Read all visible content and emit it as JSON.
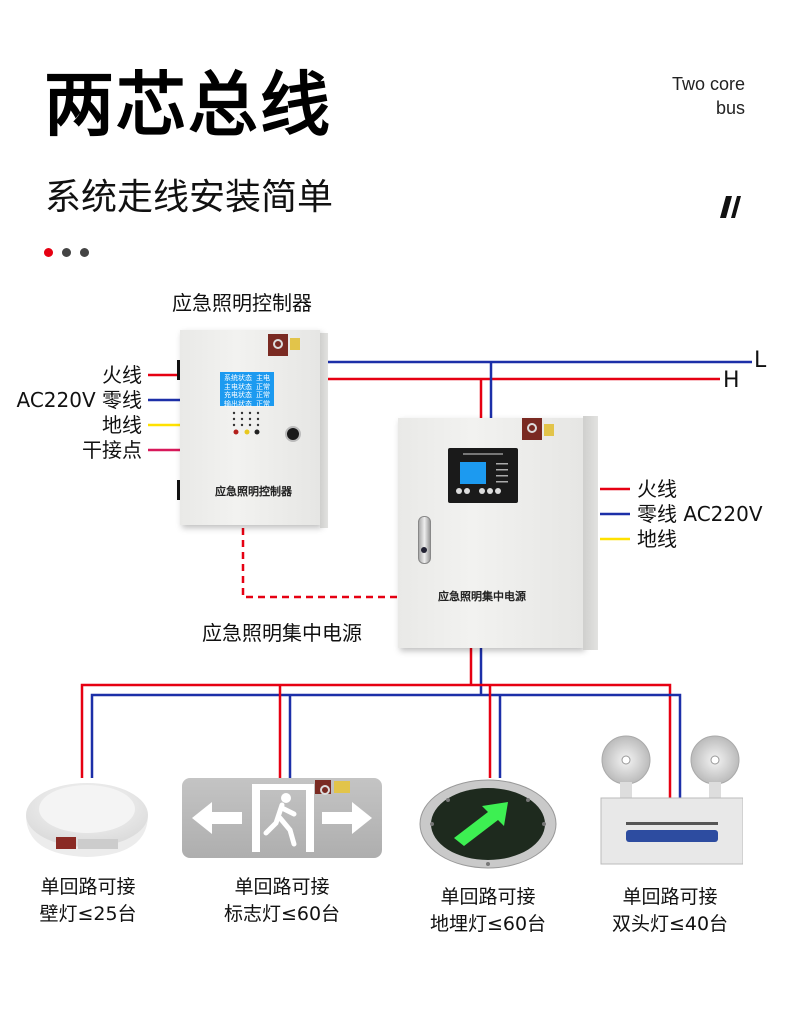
{
  "header": {
    "title": "两芯总线",
    "subtitle": "系统走线安装简单",
    "english_title_line1": "Two core",
    "english_title_line2": "bus",
    "decor_icon": "double-slash-icon",
    "pager_dots": [
      {
        "active": true
      },
      {
        "active": false
      },
      {
        "active": false
      }
    ]
  },
  "colors": {
    "live_wire": "#e60012",
    "neutral_wire": "#1c2fa8",
    "ground_wire": "#ffe100",
    "dry_contact_wire": "#d8185a",
    "screen_blue": "#1c9af0",
    "accent_red": "#e60012"
  },
  "bus": {
    "line_L_label": "L",
    "line_H_label": "H"
  },
  "controller": {
    "caption": "应急照明控制器",
    "panel_label": "应急照明控制器",
    "screen_rows": [
      {
        "name": "系统状态",
        "value": "主电"
      },
      {
        "name": "主电状态",
        "value": "正常"
      },
      {
        "name": "充电状态",
        "value": "正常"
      },
      {
        "name": "输出状态",
        "value": "正常"
      }
    ],
    "inputs": [
      {
        "label": "火线",
        "prefix": "",
        "wire": "live"
      },
      {
        "label": "零线",
        "prefix": "AC220V",
        "wire": "neutral"
      },
      {
        "label": "地线",
        "prefix": "",
        "wire": "ground"
      },
      {
        "label": "干接点",
        "prefix": "",
        "wire": "dry_contact"
      }
    ]
  },
  "power_supply": {
    "caption": "应急照明集中电源",
    "panel_label": "应急照明集中电源",
    "inputs": [
      {
        "label": "火线",
        "suffix": "",
        "wire": "live"
      },
      {
        "label": "零线",
        "suffix": "AC220V",
        "wire": "neutral"
      },
      {
        "label": "地线",
        "suffix": "",
        "wire": "ground"
      }
    ]
  },
  "fixtures": [
    {
      "type": "wall-lamp",
      "line1": "单回路可接",
      "line2": "壁灯≤25台",
      "max_count": 25
    },
    {
      "type": "exit-sign",
      "line1": "单回路可接",
      "line2": "标志灯≤60台",
      "max_count": 60
    },
    {
      "type": "floor-lamp",
      "line1": "单回路可接",
      "line2": "地埋灯≤60台",
      "max_count": 60
    },
    {
      "type": "twin-head-lamp",
      "line1": "单回路可接",
      "line2": "双头灯≤40台",
      "max_count": 40
    }
  ]
}
